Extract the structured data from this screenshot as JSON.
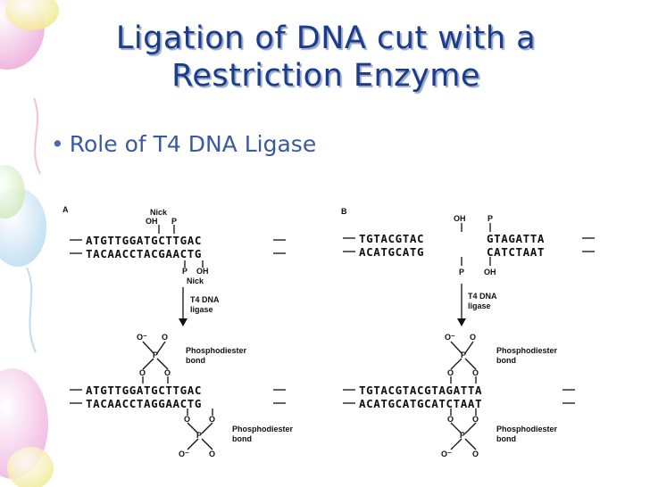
{
  "slide": {
    "title_line1": "Ligation of DNA cut with a",
    "title_line2": "Restriction Enzyme",
    "bullet": "Role of T4 DNA Ligase"
  },
  "diagram": {
    "panel_a": {
      "tag": "A",
      "top_nick_label": "Nick",
      "top_oh": "OH",
      "top_p": "P",
      "strand1": "ATGTTGGATGCTTGAC",
      "strand2": "TACAACCTACGAACTG",
      "bottom_p": "P",
      "bottom_oh": "OH",
      "bottom_nick_label": "Nick",
      "enzyme_line1": "T4 DNA",
      "enzyme_line2": "ligase",
      "o_minus": "O⁻",
      "o": "O",
      "p": "P",
      "bond_line1": "Phosphodiester",
      "bond_line2": "bond",
      "result_strand1": "ATGTTGGATGCTTGAC",
      "result_strand2": "TACAACCTAGGAACTG",
      "bottom_bond_line1": "Phosphodiester",
      "bottom_bond_line2": "bond"
    },
    "panel_b": {
      "tag": "B",
      "top_oh": "OH",
      "top_p": "P",
      "strand1_left": "TGTACGTAC",
      "strand1_right": "GTAGATTA",
      "strand2_left": "ACATGCATG",
      "strand2_right": "CATCTAAT",
      "bottom_p": "P",
      "bottom_oh": "OH",
      "enzyme_line1": "T4 DNA",
      "enzyme_line2": "ligase",
      "o_minus": "O⁻",
      "o": "O",
      "p": "P",
      "bond_line1": "Phosphodiester",
      "bond_line2": "bond",
      "result_strand1": "TGTACGTACGTAGATTA",
      "result_strand2": "ACATGCATGCATCTAAT",
      "bottom_bond_line1": "Phosphodiester",
      "bottom_bond_line2": "bond"
    }
  },
  "colors": {
    "title": "#1a3c8a",
    "bullet": "#3a5aa0",
    "balloon_pink": "#f4c2e4",
    "balloon_yellow": "#f6f0a0",
    "balloon_blue": "#c8e4f4",
    "balloon_green": "#d6f0c4"
  }
}
